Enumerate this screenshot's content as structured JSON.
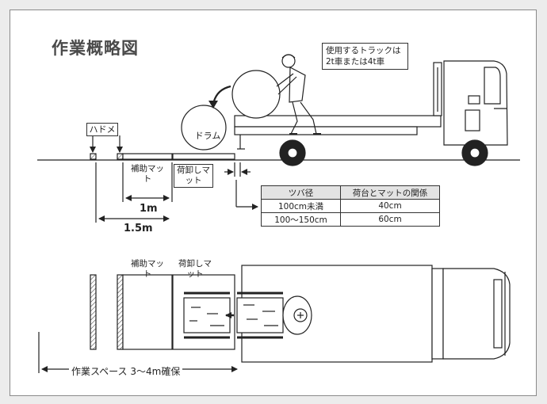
{
  "title": "作業概略図",
  "note": "使用するトラックは2t車または4t車",
  "labels": {
    "hadome": "ハドメ",
    "drum": "ドラム",
    "aux_mat": "補助マット",
    "unload_mat": "荷卸しマット",
    "dim_1m": "1m",
    "dim_1_5m": "1.5m",
    "work_space": "作業スペース 3〜4m確保"
  },
  "table": {
    "headers": [
      "ツバ径",
      "荷台とマットの関係"
    ],
    "rows": [
      [
        "100cm未満",
        "40cm"
      ],
      [
        "100〜150cm",
        "60cm"
      ]
    ]
  },
  "colors": {
    "line": "#222222",
    "frame_border": "#8a8a8a",
    "table_header_bg": "#e3e3e3",
    "background": "#ececec"
  }
}
